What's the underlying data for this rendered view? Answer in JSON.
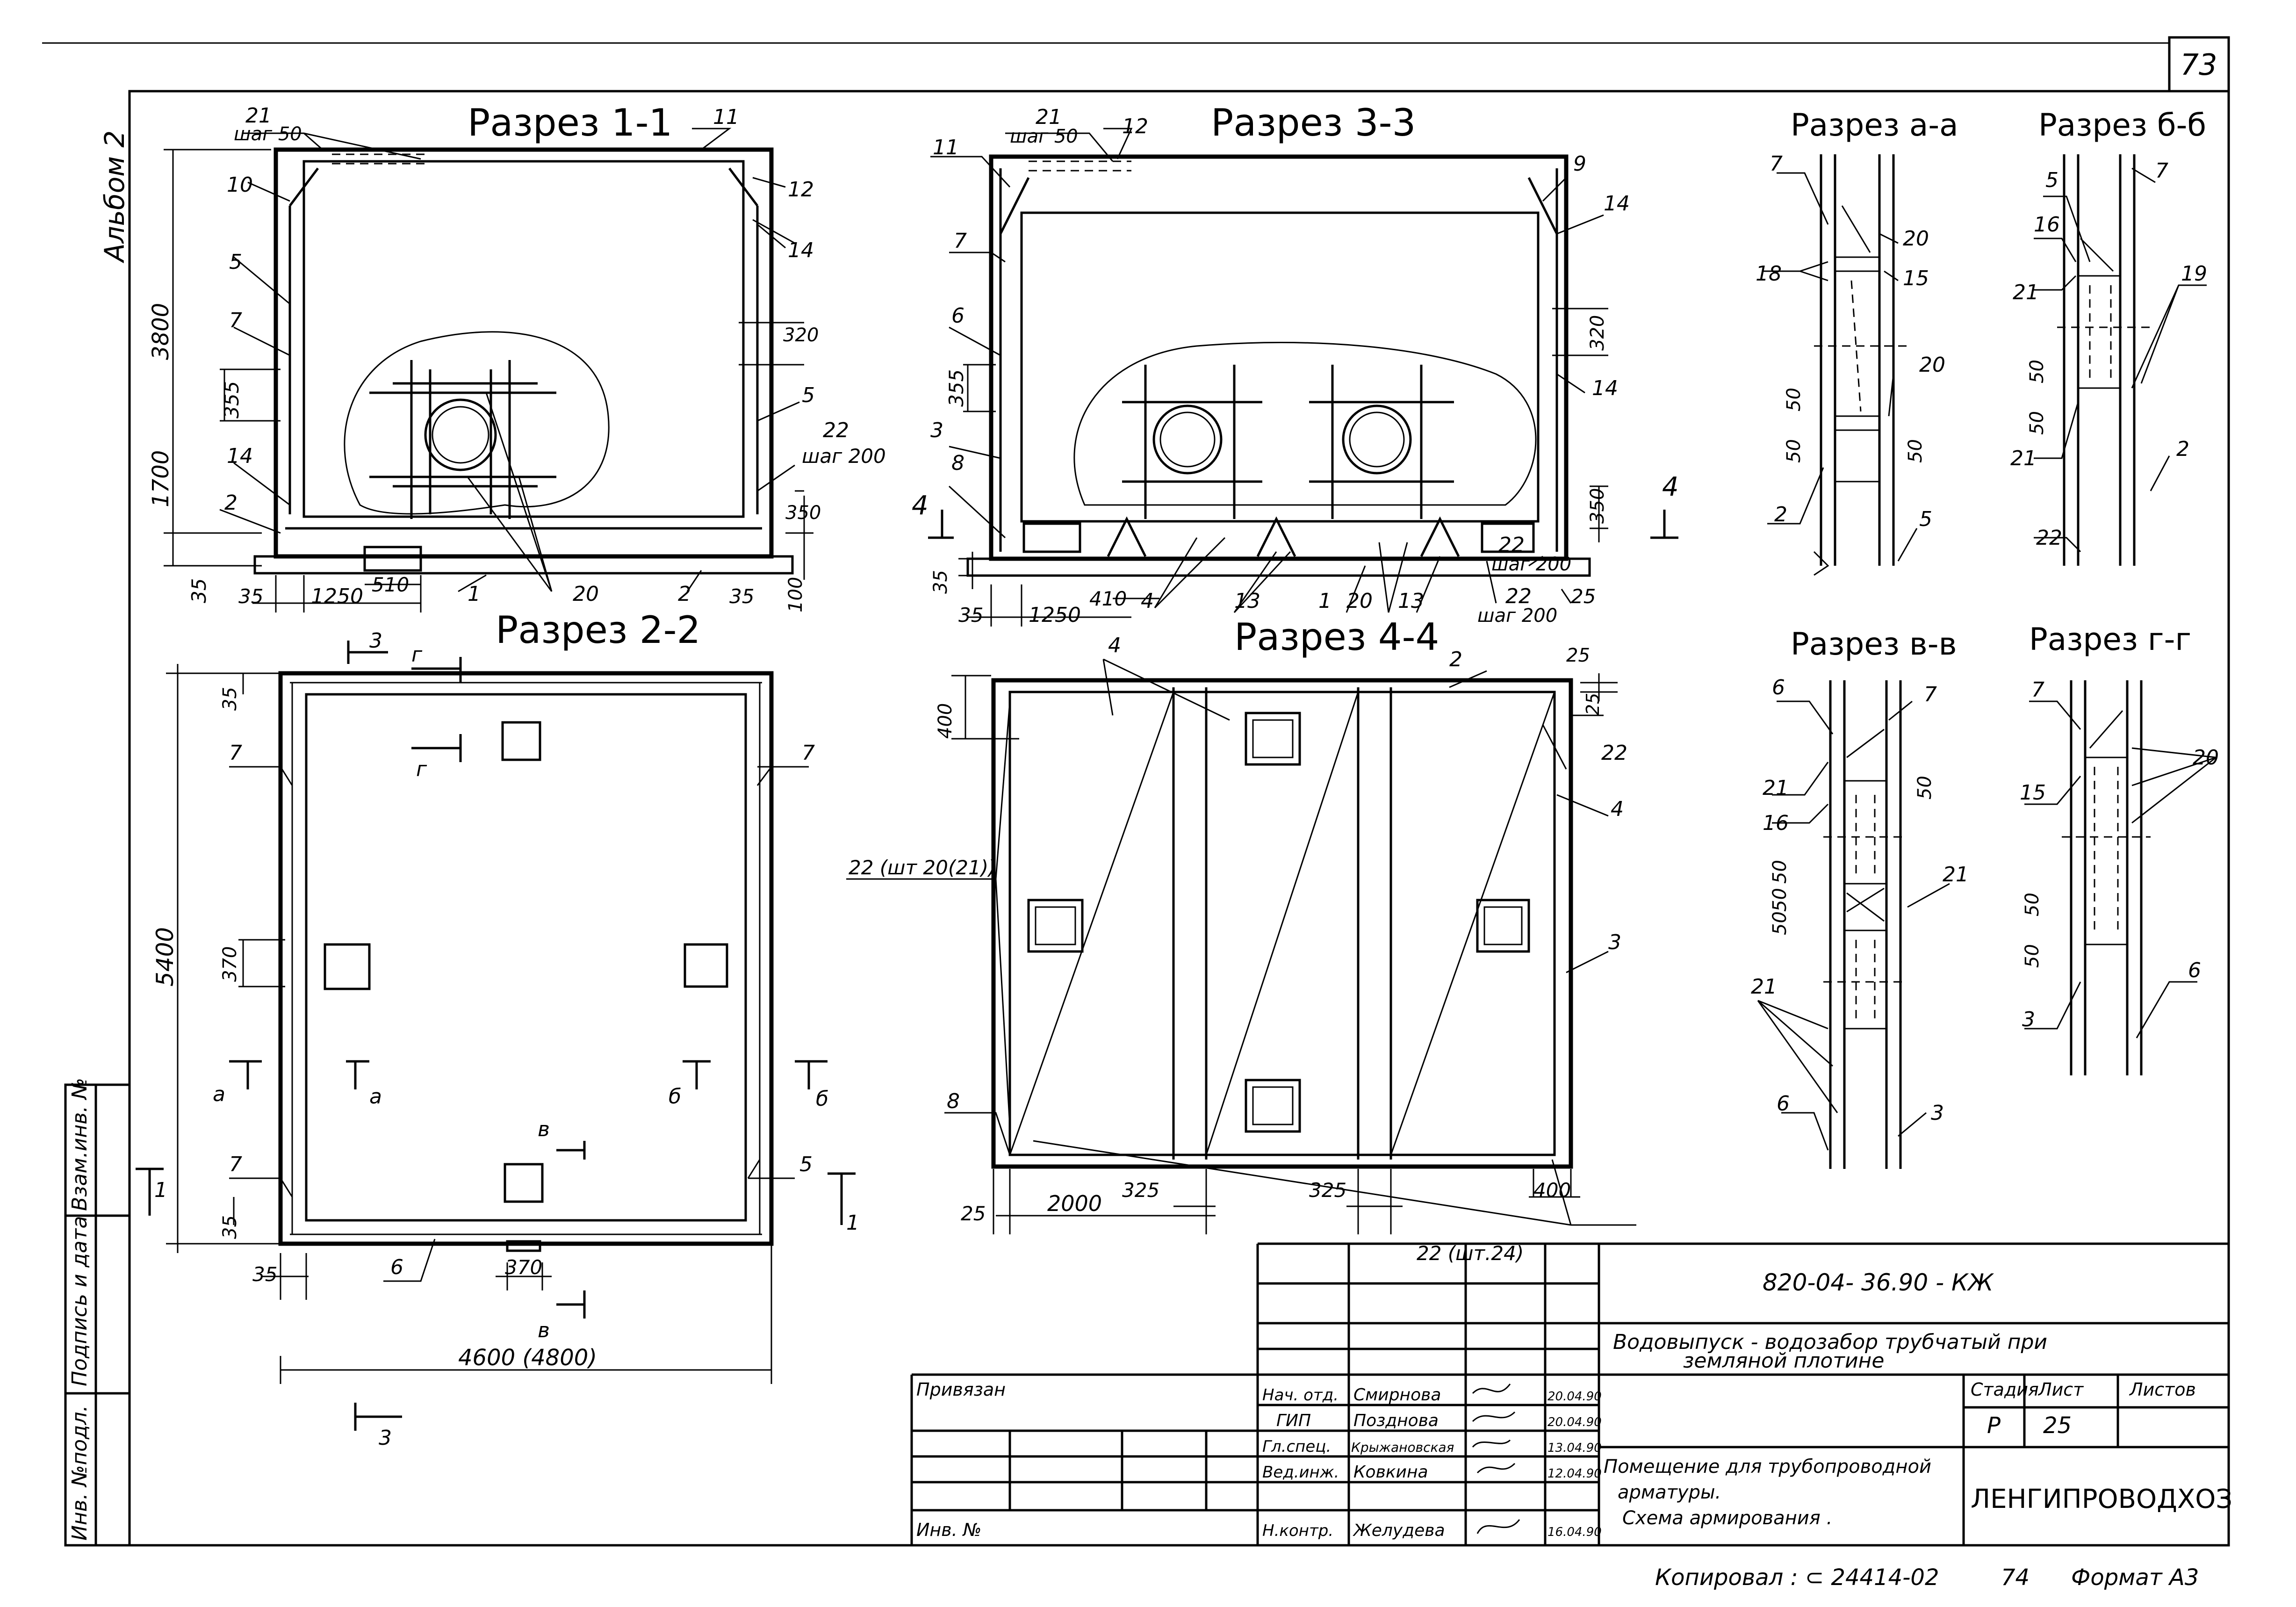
{
  "page_number": "73",
  "album_label": "Альбом 2",
  "sections": {
    "s11_title": "Разрез 1-1",
    "s22_title": "Разрез 2-2",
    "s33_title": "Разрез 3-3",
    "s44_title": "Разрез 4-4",
    "saa_title": "Разрез а-а",
    "sbb_title": "Разрез б-б",
    "svv_title": "Разрез в-в",
    "sgg_title": "Разрез г-г"
  },
  "s11": {
    "dims": {
      "h3800": "3800",
      "h1700": "1700",
      "h35": "35",
      "d355": "355",
      "d35a": "35",
      "d1250": "1250",
      "d510": "510",
      "d35b": "35",
      "d100": "100",
      "d320": "320",
      "d350": "350"
    },
    "callouts": {
      "c21": "21",
      "sh50": "шаг 50",
      "c11": "11",
      "c10": "10",
      "c12": "12",
      "c14a": "14",
      "c5a": "5",
      "c7": "7",
      "c14b": "14",
      "c2a": "2",
      "c5b": "5",
      "c22": "22",
      "sh200": "шаг 200",
      "c1": "1",
      "c2b": "2",
      "c20": "20"
    }
  },
  "s22": {
    "dims": {
      "h5400": "5400",
      "d35t": "35",
      "d370": "370",
      "d35b": "35",
      "d35l": "35",
      "d370b": "370",
      "w4600": "4600 (4800)"
    },
    "callouts": {
      "c7a": "7",
      "c7b": "7",
      "c7c": "7",
      "c5": "5",
      "c6": "6"
    },
    "marks": {
      "m3a": "3",
      "m3b": "3",
      "mg1": "г",
      "mg2": "г",
      "ma1": "а",
      "ma2": "а",
      "mb1": "б",
      "mb2": "б",
      "mv1": "в",
      "mv2": "в",
      "m1a": "1",
      "m1b": "1"
    }
  },
  "s33": {
    "dims": {
      "d355": "355",
      "h35": "35",
      "d35": "35",
      "d1250": "1250",
      "d410": "410",
      "d320": "320",
      "d350": "350",
      "d25": "25"
    },
    "callouts": {
      "c21": "21",
      "sh50": "шаг 50",
      "c12": "12",
      "c11": "11",
      "c7": "7",
      "c6": "6",
      "c3": "3",
      "c8": "8",
      "c9": "9",
      "c14a": "14",
      "c14b": "14",
      "c4": "4",
      "c13a": "13",
      "c1": "1",
      "c20": "20",
      "c13b": "13",
      "c22a": "22",
      "sh200a": "шаг 200",
      "c22b": "22",
      "sh200b": "шаг 200"
    },
    "marks": {
      "m4a": "4",
      "m4b": "4"
    }
  },
  "s44": {
    "dims": {
      "d400": "400",
      "d25a": "25",
      "d25b": "25",
      "d25c": "25",
      "d2000": "2000",
      "d325a": "325",
      "d325b": "325",
      "d400b": "400"
    },
    "callouts": {
      "c4a": "4",
      "c2": "2",
      "c22a": "22",
      "c4b": "4",
      "c22sht": "22 (шт 20(21))",
      "c3": "3",
      "c8": "8",
      "c22sht24": "22 (шт.24)"
    }
  },
  "saa": {
    "callouts": {
      "c7": "7",
      "c20a": "20",
      "c18": "18",
      "c15": "15",
      "c20b": "20",
      "c2": "2",
      "c5": "5"
    },
    "dims": {
      "d50a": "50",
      "d50b": "50",
      "d50c": "50"
    }
  },
  "sbb": {
    "callouts": {
      "c5": "5",
      "c7": "7",
      "c16": "16",
      "c21a": "21",
      "c19": "19",
      "c21b": "21",
      "c2": "2",
      "c22": "22"
    },
    "dims": {
      "d50a": "50",
      "d50b": "50"
    }
  },
  "svv": {
    "callouts": {
      "c6a": "6",
      "c7": "7",
      "c21a": "21",
      "c16": "16",
      "c21b": "21",
      "c21c": "21",
      "c6b": "6",
      "c3": "3"
    },
    "dims": {
      "d50a": "50",
      "d50b": "50",
      "d50c": "50",
      "d50d": "50"
    }
  },
  "sgg": {
    "callouts": {
      "c7": "7",
      "c20": "20",
      "c15": "15",
      "c3": "3",
      "c6": "6"
    },
    "dims": {
      "d50a": "50",
      "d50b": "50"
    }
  },
  "side_stamp": {
    "inv_podl": "Инв. №подл.",
    "podpis": "Подпись и дата",
    "vzam": "Взам.инв. №"
  },
  "title_block": {
    "doc_code": "820-04-  36.90 - КЖ",
    "project_title_1": "Водовыпуск - водозабор трубчатый при",
    "project_title_2": "земляной          плотине",
    "privyazan": "Привязан",
    "inv_no": "Инв. №",
    "roles": [
      {
        "role": "Нач. отд.",
        "name": "Смирнова",
        "date": "20.04.90"
      },
      {
        "role": "ГИП",
        "name": "Позднова",
        "date": "20.04.90"
      },
      {
        "role": "Гл.спец.",
        "name": "Крыжановская",
        "date": "13.04.90"
      },
      {
        "role": "Вед.инж.",
        "name": "Ковкина",
        "date": "12.04.90"
      },
      {
        "role": "Н.контр.",
        "name": "Желудева",
        "date": "16.04.90"
      }
    ],
    "stage_h": "Стадия",
    "sheet_h": "Лист",
    "sheets_h": "Листов",
    "stage": "Р",
    "sheet": "25",
    "sheet_title_1": "Помещение для трубопроводной",
    "sheet_title_2": "арматуры.",
    "sheet_title_3": "Схема  армирования .",
    "org": "ЛЕНГИПРОВОДХОЗ"
  },
  "footer": {
    "copied": "Копировал : ⊂ 24414-02",
    "num": "74",
    "format": "Формат А3"
  }
}
